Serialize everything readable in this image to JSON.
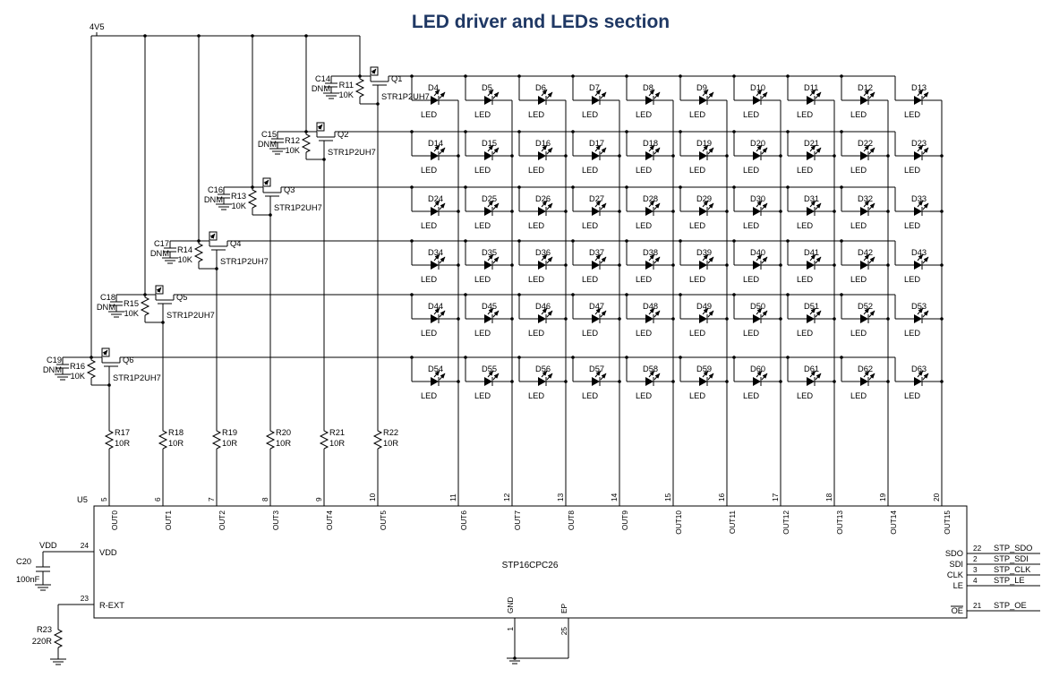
{
  "title": "LED driver and LEDs section",
  "power_net": "4V5",
  "led_label": "LED",
  "colors": {
    "title": "#1F3864",
    "wire": "#000000",
    "background": "#FFFFFF"
  },
  "drivers": [
    {
      "q": "Q1",
      "part": "STR1P2UH7",
      "cap": "C14",
      "cap_value": "DNM",
      "res": "R11",
      "res_value": "10K"
    },
    {
      "q": "Q2",
      "part": "STR1P2UH7",
      "cap": "C15",
      "cap_value": "DNM",
      "res": "R12",
      "res_value": "10K"
    },
    {
      "q": "Q3",
      "part": "STR1P2UH7",
      "cap": "C16",
      "cap_value": "DNM",
      "res": "R13",
      "res_value": "10K"
    },
    {
      "q": "Q4",
      "part": "STR1P2UH7",
      "cap": "C17",
      "cap_value": "DNM",
      "res": "R14",
      "res_value": "10K"
    },
    {
      "q": "Q5",
      "part": "STR1P2UH7",
      "cap": "C18",
      "cap_value": "DNM",
      "res": "R15",
      "res_value": "10K"
    },
    {
      "q": "Q6",
      "part": "STR1P2UH7",
      "cap": "C19",
      "cap_value": "DNM",
      "res": "R16",
      "res_value": "10K"
    }
  ],
  "led_rows": [
    {
      "designators": [
        "D4",
        "D5",
        "D6",
        "D7",
        "D8",
        "D9",
        "D10",
        "D11",
        "D12",
        "D13"
      ]
    },
    {
      "designators": [
        "D14",
        "D15",
        "D16",
        "D17",
        "D18",
        "D19",
        "D20",
        "D21",
        "D22",
        "D23"
      ]
    },
    {
      "designators": [
        "D24",
        "D25",
        "D26",
        "D27",
        "D28",
        "D29",
        "D30",
        "D31",
        "D32",
        "D33"
      ]
    },
    {
      "designators": [
        "D34",
        "D35",
        "D36",
        "D37",
        "D38",
        "D39",
        "D40",
        "D41",
        "D42",
        "D43"
      ]
    },
    {
      "designators": [
        "D44",
        "D45",
        "D46",
        "D47",
        "D48",
        "D49",
        "D50",
        "D51",
        "D52",
        "D53"
      ]
    },
    {
      "designators": [
        "D54",
        "D55",
        "D56",
        "D57",
        "D58",
        "D59",
        "D60",
        "D61",
        "D62",
        "D63"
      ]
    }
  ],
  "series_resistors": [
    {
      "ref": "R17",
      "value": "10R"
    },
    {
      "ref": "R18",
      "value": "10R"
    },
    {
      "ref": "R19",
      "value": "10R"
    },
    {
      "ref": "R20",
      "value": "10R"
    },
    {
      "ref": "R21",
      "value": "10R"
    },
    {
      "ref": "R22",
      "value": "10R"
    }
  ],
  "ic": {
    "ref": "U5",
    "part": "STP16CPC26",
    "top_pins": [
      {
        "name": "OUT0",
        "num": "5"
      },
      {
        "name": "OUT1",
        "num": "6"
      },
      {
        "name": "OUT2",
        "num": "7"
      },
      {
        "name": "OUT3",
        "num": "8"
      },
      {
        "name": "OUT4",
        "num": "9"
      },
      {
        "name": "OUT5",
        "num": "10"
      },
      {
        "name": "OUT6",
        "num": "11"
      },
      {
        "name": "OUT7",
        "num": "12"
      },
      {
        "name": "OUT8",
        "num": "13"
      },
      {
        "name": "OUT9",
        "num": "14"
      },
      {
        "name": "OUT10",
        "num": "15"
      },
      {
        "name": "OUT11",
        "num": "16"
      },
      {
        "name": "OUT12",
        "num": "17"
      },
      {
        "name": "OUT13",
        "num": "18"
      },
      {
        "name": "OUT14",
        "num": "19"
      },
      {
        "name": "OUT15",
        "num": "20"
      }
    ],
    "left_pins": [
      {
        "name": "VDD",
        "num": "24",
        "net": "VDD"
      },
      {
        "name": "R-EXT",
        "num": "23"
      }
    ],
    "right_pins": [
      {
        "name": "SDO",
        "num": "22",
        "net": "STP_SDO"
      },
      {
        "name": "SDI",
        "num": "2",
        "net": "STP_SDI"
      },
      {
        "name": "CLK",
        "num": "3",
        "net": "STP_CLK"
      },
      {
        "name": "LE",
        "num": "4",
        "net": "STP_LE"
      },
      {
        "name": "OE",
        "num": "21",
        "net": "STP_OE",
        "overline": true
      }
    ],
    "bottom_pins": [
      {
        "name": "GND",
        "num": "1"
      },
      {
        "name": "EP",
        "num": "25"
      }
    ]
  },
  "vdd_cap": {
    "ref": "C20",
    "value": "100nF"
  },
  "rext_res": {
    "ref": "R23",
    "value": "220R"
  }
}
